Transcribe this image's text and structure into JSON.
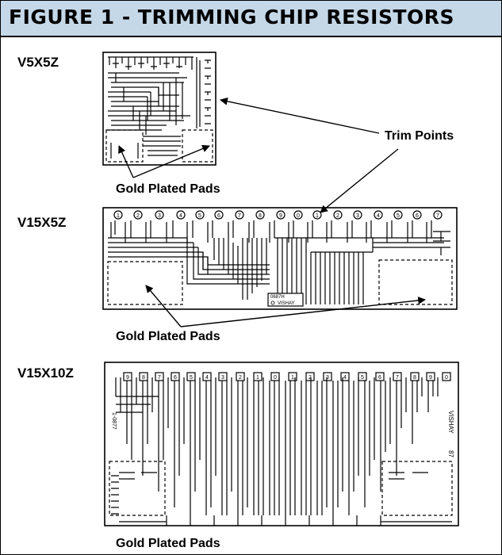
{
  "figure": {
    "title": "FIGURE 1 - TRIMMING CHIP RESISTORS"
  },
  "models": [
    {
      "name": "V5X5Z"
    },
    {
      "name": "V15X5Z"
    },
    {
      "name": "V15X10Z"
    }
  ],
  "callouts": {
    "trim_points": "Trim Points",
    "gold_pads_1": "Gold Plated Pads",
    "gold_pads_2": "Gold Plated Pads",
    "gold_pads_3": "Gold Plated Pads"
  },
  "chip_markings": {
    "v15x5z_code": "0687H",
    "v15x5z_brand": "VISHAY",
    "v15x10z_brand": "VISHAY",
    "v15x10z_year": "87",
    "v15x10z_side_code": "1-0877",
    "v15x5z_trim_numbers": [
      "1",
      "2",
      "3",
      "4",
      "5",
      "6",
      "7",
      "8",
      "9",
      "0",
      "1",
      "2",
      "3",
      "4",
      "5",
      "6",
      "7"
    ],
    "v15x10z_trim_numbers": [
      "9",
      "8",
      "7",
      "6",
      "5",
      "4",
      "3",
      "2",
      "1",
      "0",
      "1",
      "2",
      "3",
      "4",
      "5",
      "6",
      "7",
      "8",
      "9",
      "0"
    ]
  },
  "colors": {
    "title_band": "#c5d8e8",
    "line": "#000000",
    "background": "#ffffff"
  }
}
